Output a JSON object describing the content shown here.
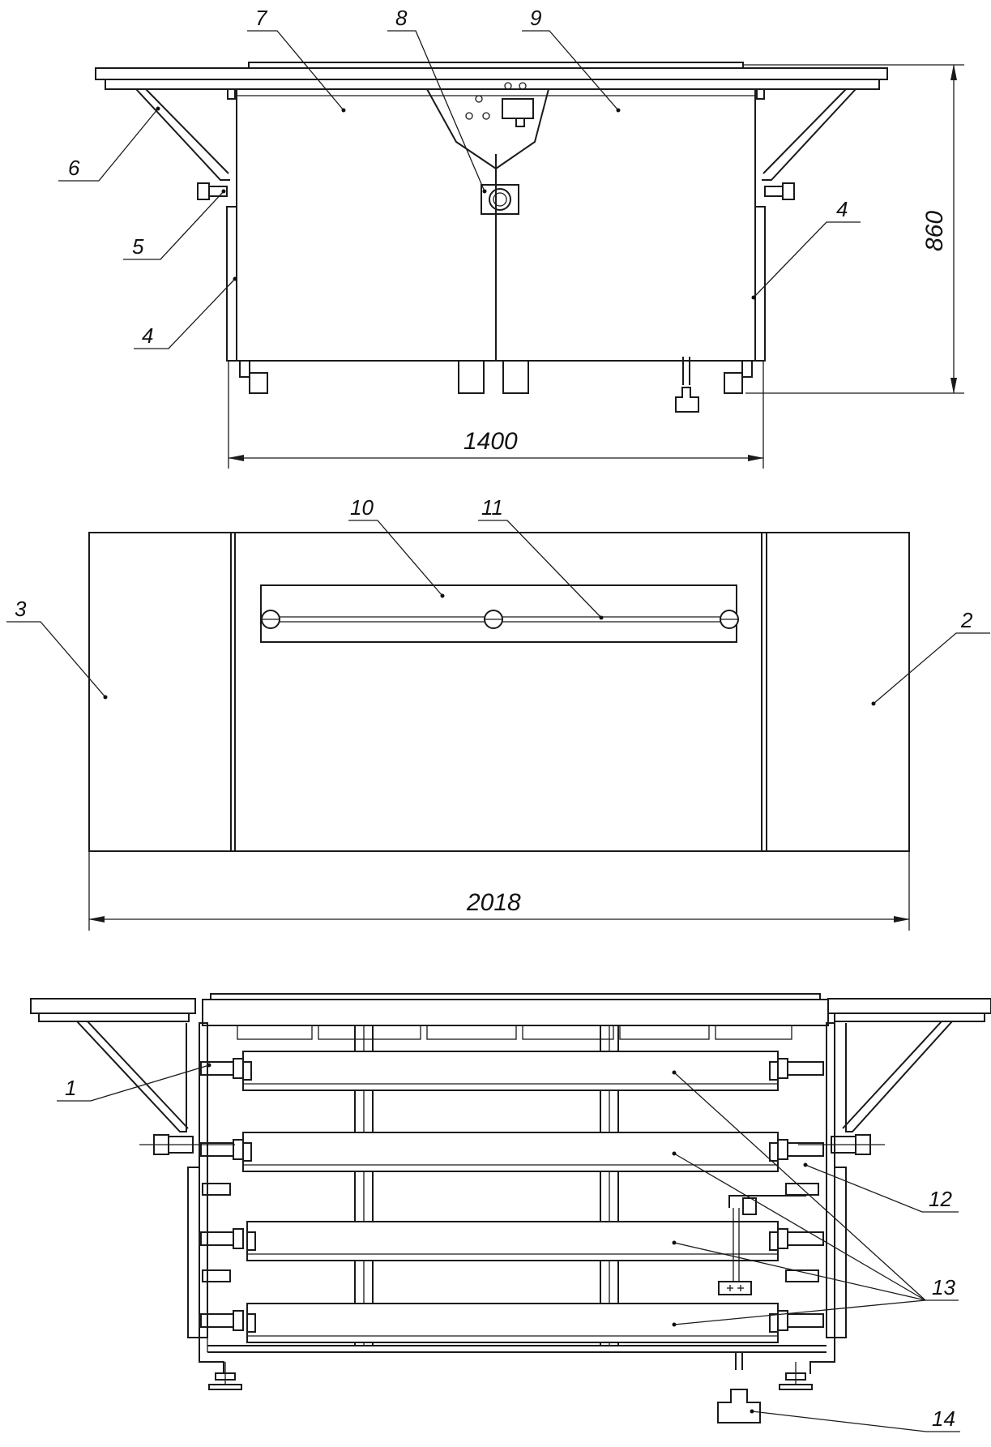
{
  "colors": {
    "line": "#1a1a1a",
    "background": "#ffffff"
  },
  "callouts": {
    "c1": "1",
    "c2": "2",
    "c3": "3",
    "c4a": "4",
    "c4b": "4",
    "c5": "5",
    "c6": "6",
    "c7": "7",
    "c8": "8",
    "c9": "9",
    "c10": "10",
    "c11": "11",
    "c12": "12",
    "c13": "13",
    "c14": "14"
  },
  "dimensions": {
    "height": "860",
    "width_front": "1400",
    "width_top": "2018"
  }
}
